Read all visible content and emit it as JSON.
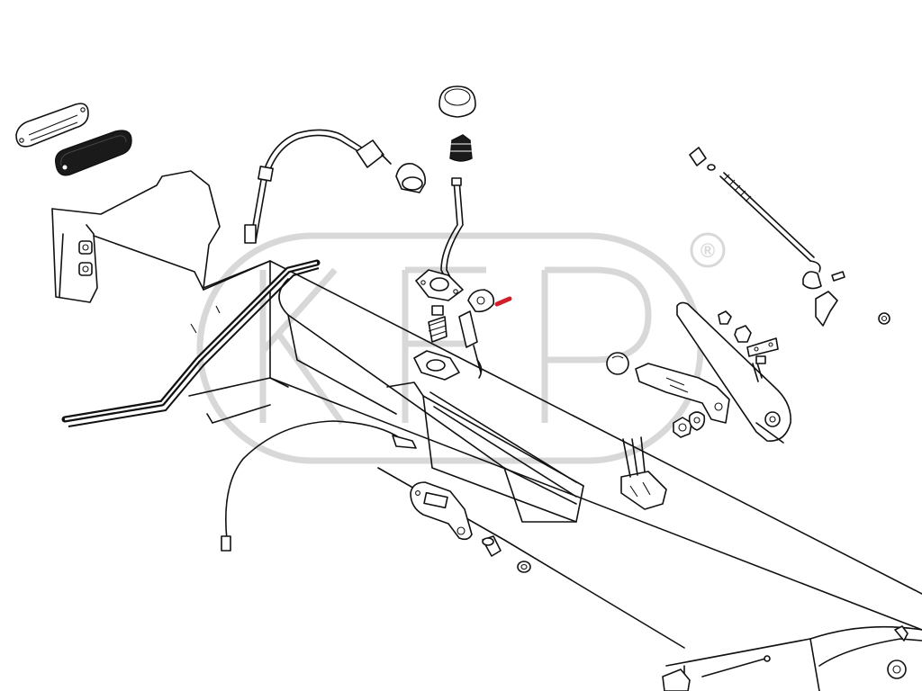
{
  "diagram": {
    "watermark_logo": "KFP",
    "registered_mark": "®",
    "colors": {
      "background": "#ffffff",
      "line": "#111111",
      "fill": "#ffffff",
      "dark_fill": "#1a1a1a",
      "watermark": "#d4d4d4",
      "highlight_part": "#d11f2a"
    },
    "parts": [
      "floor-mat-grommet-plate",
      "floor-mat-grommet-dark",
      "heater-control-cable",
      "shift-knob-cap",
      "rubber-plug-top",
      "rubber-boot",
      "shift-lever",
      "shift-lever-base-plate",
      "heater-knob",
      "red-pin-highlighted",
      "shift-spring",
      "shift-lever-gasket",
      "clutch-cable-tube",
      "accelerator-cable",
      "handbrake-lever",
      "handbrake-button",
      "ratchet-pawl",
      "handbrake-push-rod",
      "pawl-parts",
      "nuts-and-washers",
      "cable-guide-bracket",
      "mounting-bracket-plate",
      "bushings",
      "rear-bolt-parts",
      "frame-tunnel"
    ]
  }
}
